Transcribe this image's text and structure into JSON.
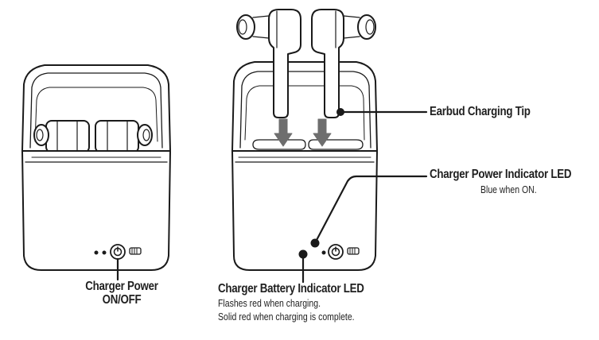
{
  "labels": {
    "earbud_charging_tip": "Earbud Charging Tip",
    "charger_power_led": {
      "title": "Charger Power Indicator LED",
      "note": "Blue when ON."
    },
    "charger_power_switch": {
      "line1": "Charger Power",
      "line2": "ON/OFF"
    },
    "charger_battery_led": {
      "title": "Charger Battery Indicator LED",
      "note1": "Flashes red when charging.",
      "note2": "Solid red when charging is complete."
    }
  },
  "colors": {
    "line": "#1a1a1a",
    "case_fill": "#ffffff",
    "arrow_fill": "#6e6e6e"
  },
  "icons": [
    "power-icon",
    "battery-icon",
    "down-arrow-icon"
  ]
}
